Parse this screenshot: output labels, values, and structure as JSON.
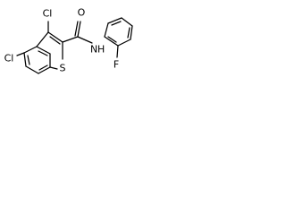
{
  "molecule": {
    "atoms": {
      "cl_top": "Cl",
      "cl_left": "Cl",
      "oxygen": "O",
      "amide_n": "N",
      "amide_h": "H",
      "sulfur": "S",
      "fluorine": "F"
    }
  }
}
